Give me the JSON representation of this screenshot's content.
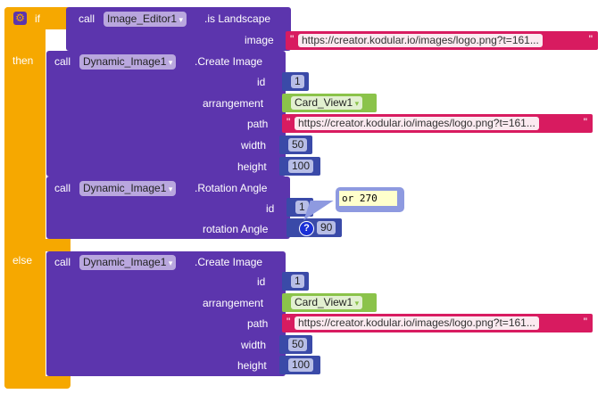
{
  "if_block": {
    "if_label": "if",
    "then_label": "then",
    "else_label": "else"
  },
  "condition": {
    "call": "call",
    "component": "Image_Editor1",
    "method": ".is Landscape",
    "image_label": "image",
    "image_value": "https://creator.kodular.io/images/logo.png?t=161..."
  },
  "create1": {
    "call": "call",
    "component": "Dynamic_Image1",
    "method": ".Create Image",
    "id_label": "id",
    "id": "1",
    "arrangement_label": "arrangement",
    "arrangement": "Card_View1",
    "path_label": "path",
    "path": "https://creator.kodular.io/images/logo.png?t=161...",
    "width_label": "width",
    "width": "50",
    "height_label": "height",
    "height": "100"
  },
  "rotation": {
    "call": "call",
    "component": "Dynamic_Image1",
    "method": ".Rotation Angle",
    "id_label": "id",
    "id": "1",
    "angle_label": "rotation Angle",
    "angle": "90",
    "comment": "or 270",
    "help": "?"
  },
  "create2": {
    "call": "call",
    "component": "Dynamic_Image1",
    "method": ".Create Image",
    "id_label": "id",
    "id": "1",
    "arrangement_label": "arrangement",
    "arrangement": "Card_View1",
    "path_label": "path",
    "path": "https://creator.kodular.io/images/logo.png?t=161...",
    "width_label": "width",
    "width": "50",
    "height_label": "height",
    "height": "100"
  },
  "quote": "\""
}
